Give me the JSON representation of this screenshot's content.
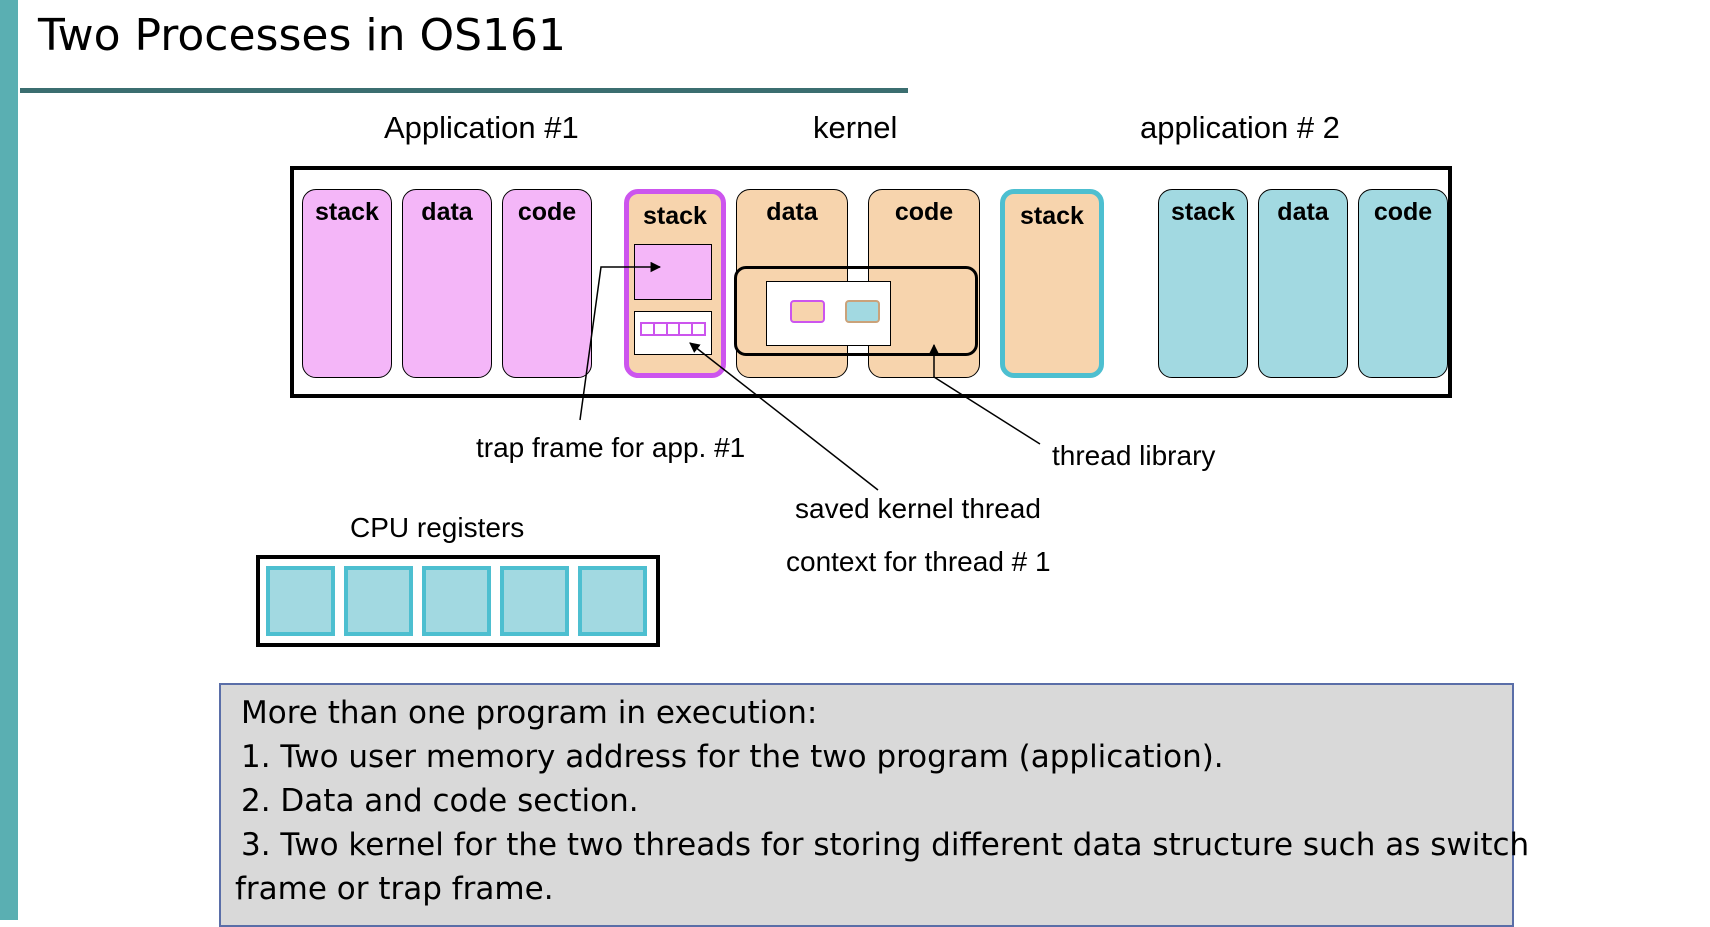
{
  "title": "Two Processes in OS161",
  "regions": {
    "app1": "Application #1",
    "kernel": "kernel",
    "app2": "application # 2"
  },
  "segments": {
    "app1_stack": "stack",
    "app1_data": "data",
    "app1_code": "code",
    "kstack1": "stack",
    "kernel_data": "data",
    "kernel_code": "code",
    "kstack2": "stack",
    "app2_stack": "stack",
    "app2_data": "data",
    "app2_code": "code"
  },
  "annotations": {
    "trap_frame": "trap frame for app. #1",
    "thread_library": "thread library",
    "saved_context_line1": "saved kernel thread",
    "saved_context_line2": "context for thread # 1",
    "cpu_registers": "CPU registers"
  },
  "cpu_register_count": 5,
  "notes": {
    "heading": "More than one program in execution:",
    "item1": "1. Two user memory address for the two program (application).",
    "item2": "2. Data and code section.",
    "item3_line1": "3. Two kernel for the two threads for storing different data structure such as switch",
    "item3_line2": "frame or trap frame."
  },
  "colors": {
    "user_app1": "#f4b6f8",
    "kernel": "#f7d4ad",
    "user_app2": "#a2d9e1",
    "accent_bar": "#5aafb2"
  }
}
